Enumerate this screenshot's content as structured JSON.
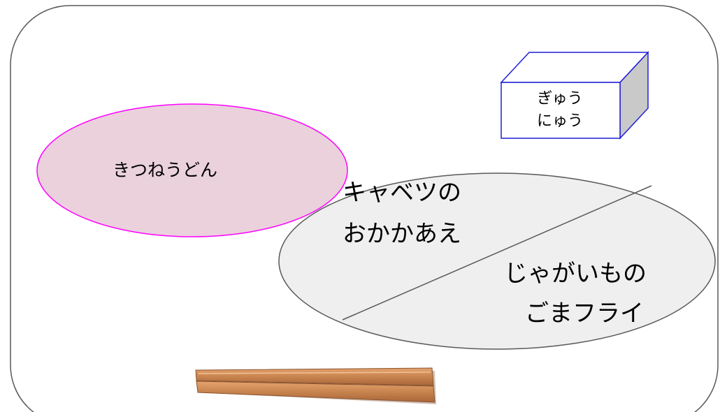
{
  "menu": {
    "kitsune_udon": "きつねうどん",
    "milk_line1": "ぎゅう",
    "milk_line2": "にゅう",
    "side_a_line1": "キャベツの",
    "side_a_line2": "おかかあえ",
    "side_b_line1": "じゃがいもの",
    "side_b_line2": "ごまフライ"
  },
  "colors": {
    "udon_fill": "#ead1dc",
    "udon_stroke": "#ff00ff",
    "milk_stroke": "#1f1fd6",
    "plate_fill": "#efefef",
    "chopsticks": "#b8743f"
  },
  "icons": {
    "chopsticks": "chopsticks-icon"
  }
}
